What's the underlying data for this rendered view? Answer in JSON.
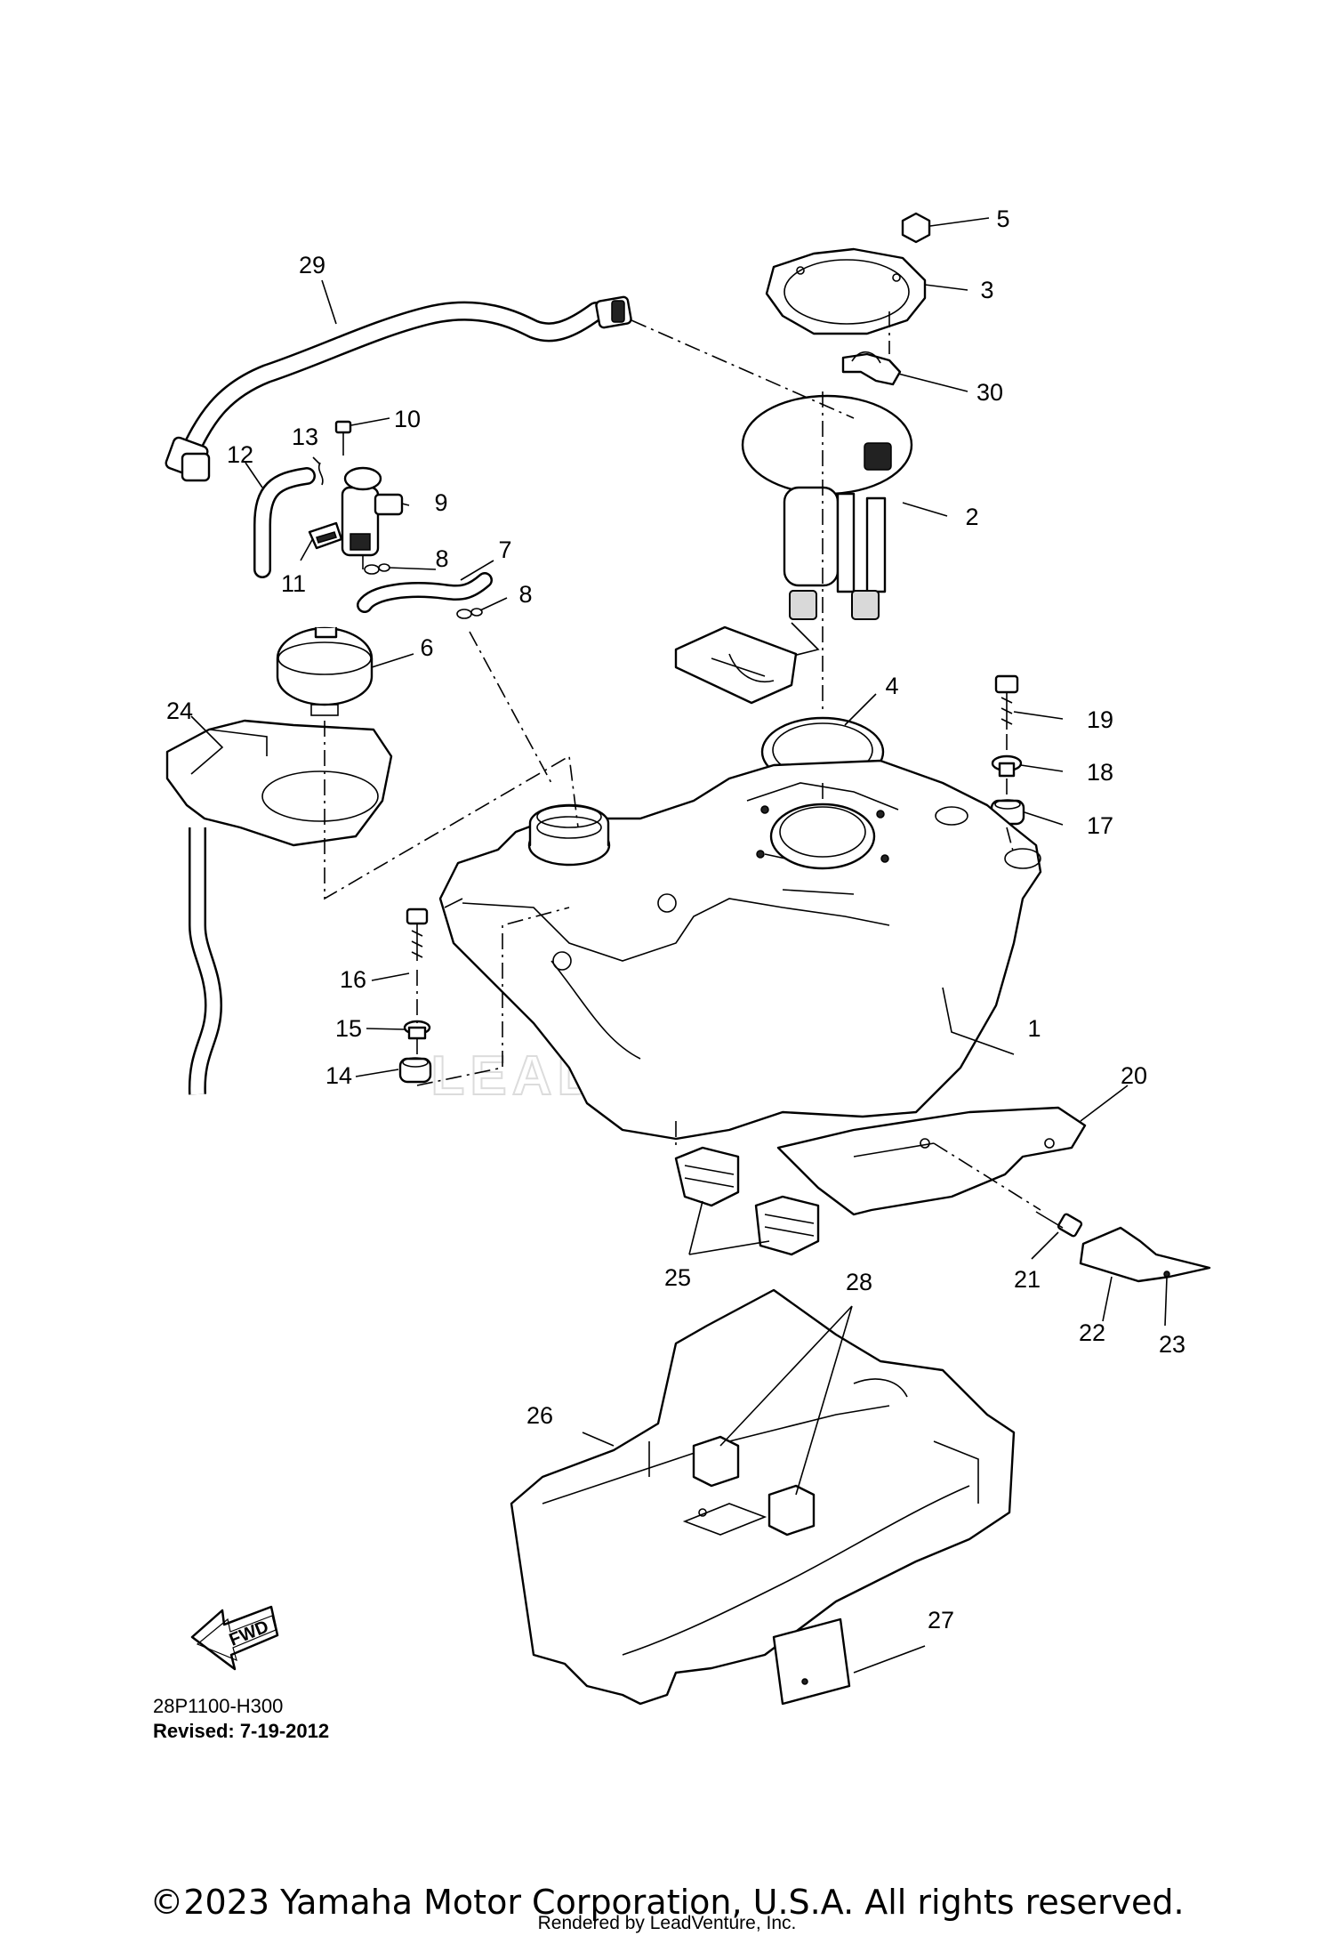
{
  "diagram": {
    "callouts": [
      "1",
      "2",
      "3",
      "4",
      "5",
      "6",
      "7",
      "8",
      "8",
      "9",
      "10",
      "11",
      "12",
      "13",
      "14",
      "15",
      "16",
      "17",
      "18",
      "19",
      "20",
      "21",
      "22",
      "23",
      "24",
      "25",
      "26",
      "27",
      "28",
      "29",
      "30"
    ],
    "watermark_text": "LEADVENTURE",
    "fwd_label": "FWD",
    "diagram_code": "28P1100-H300",
    "revised": "Revised: 7-19-2012"
  },
  "footer": {
    "copyright": "©2023 Yamaha Motor Corporation, U.S.A. All rights reserved.",
    "rendered_by": "Rendered by LeadVenture, Inc."
  }
}
